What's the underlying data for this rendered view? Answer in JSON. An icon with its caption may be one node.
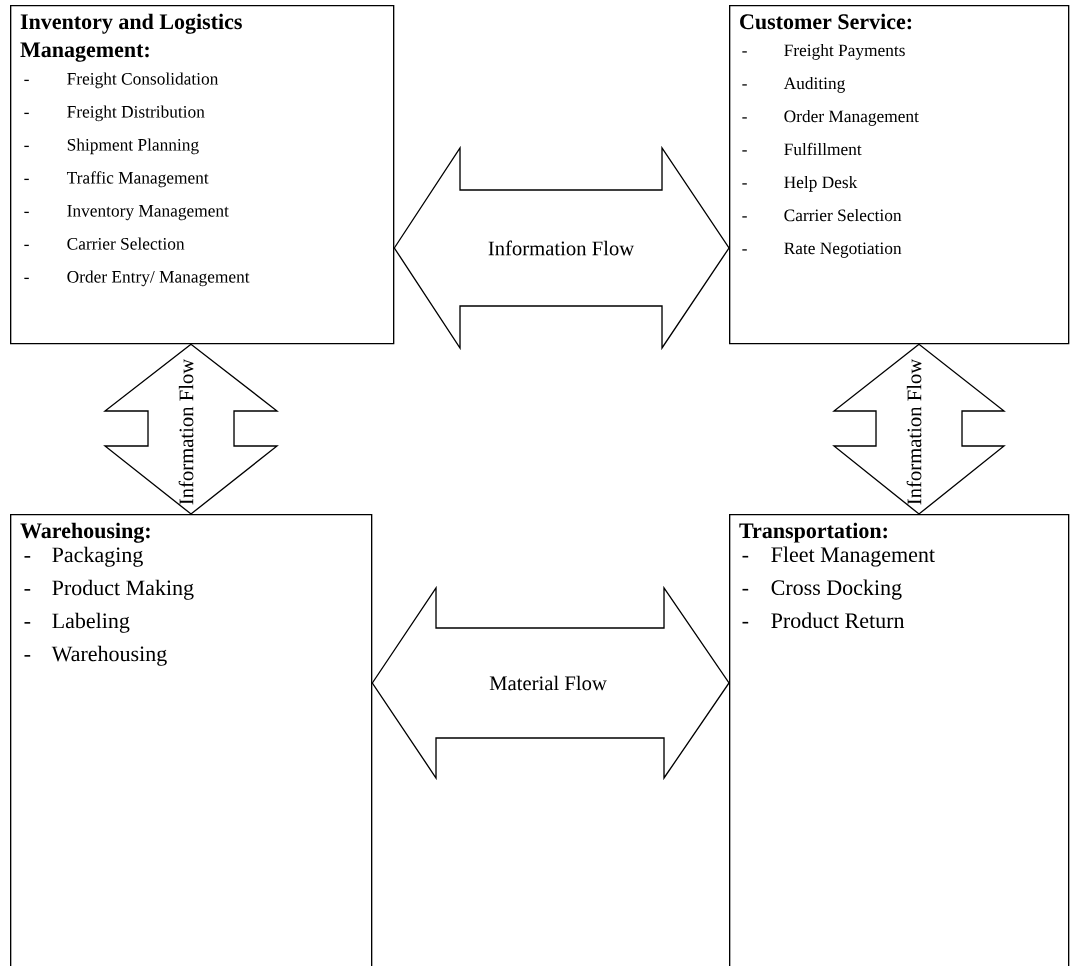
{
  "diagram": {
    "nodes": [
      {
        "text": [
          "Inventory and Logistics Management:",
          "-",
          "Freight Consolidation",
          "-",
          "Freight Distribution",
          "-",
          "Shipment Planning",
          "-",
          "Traffic Management",
          "-",
          "Inventory Management",
          "-",
          "Carrier Selection",
          "-",
          "Order Entry/ Management"
        ]
      },
      {
        "text": [
          "Customer Service:",
          "-",
          "Freight Payments",
          "-",
          "Auditing",
          "-",
          "Order Management",
          "-",
          "Fulfillment",
          "-",
          "Help Desk",
          "-",
          "Carrier Selection",
          "-",
          "Rate Negotiation"
        ]
      },
      {
        "text": [
          "Warehousing:",
          "-",
          "Packaging",
          "-",
          "Product Making",
          "-",
          "Labeling",
          "-",
          "Warehousing"
        ]
      },
      {
        "text": [
          "Transportation:",
          "-",
          "Fleet Management",
          "-",
          "Cross Docking",
          "-",
          "Product Return"
        ]
      }
    ],
    "edges": [
      {
        "from": 0,
        "to": 1,
        "arrow": "both",
        "label": "Information Flow"
      },
      {
        "from": 0,
        "to": 2,
        "arrow": "both",
        "label": "Information Flow"
      },
      {
        "from": 1,
        "to": 3,
        "arrow": "both",
        "label": "Information Flow"
      },
      {
        "from": 2,
        "to": 3,
        "arrow": "both",
        "label": "Material Flow"
      }
    ]
  }
}
